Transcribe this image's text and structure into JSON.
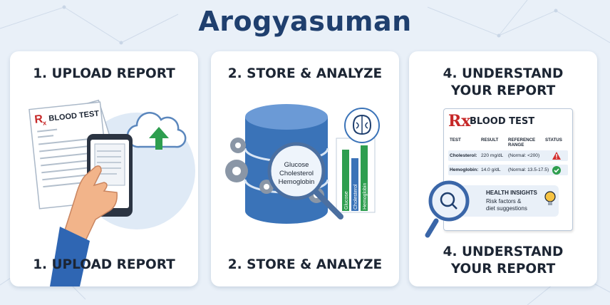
{
  "title": "Arogyasuman",
  "colors": {
    "navy": "#1f3f6e",
    "blue": "#3a73b8",
    "green": "#2e9e4f",
    "red": "#c62828",
    "bg": "#e9f0f8"
  },
  "steps": [
    {
      "title_top": "1. UPLOAD REPORT",
      "title_bottom": "1. UPLOAD REPORT",
      "icons": [
        "blood-test-report-icon",
        "smartphone-icon",
        "hand-icon",
        "cloud-upload-icon"
      ],
      "report_title": "BLOOD TEST"
    },
    {
      "title_top": "2. STORE & ANALYZE",
      "title_bottom": "2. STORE & ANALYZE",
      "icons": [
        "database-icon",
        "gears-icon",
        "brain-icon",
        "bar-chart-icon",
        "magnifier-icon"
      ],
      "lens_text": [
        "Glucose",
        "Cholesterol",
        "Hemoglobin"
      ],
      "bar_labels": [
        "Glucose",
        "Cholesterol",
        "Hemoglobin"
      ]
    },
    {
      "title_top_l1": "4. UNDERSTAND",
      "title_top_l2": "YOUR REPORT",
      "title_bottom_l1": "4. UNDERSTAND",
      "title_bottom_l2": "YOUR REPORT",
      "rx": "Rx",
      "report_title": "BLOOD TEST",
      "table": {
        "headers": [
          "TEST",
          "RESULT",
          "REFERENCE RANGE",
          "STATUS"
        ],
        "rows": [
          {
            "test": "Cholesterol:",
            "result": "220 mg/dL",
            "range": "(Normal: <200)",
            "status": "warning"
          },
          {
            "test": "Hemoglobin:",
            "result": "14.0 g/dL",
            "range": "(Normal: 13.5-17.5)",
            "status": "ok"
          }
        ]
      },
      "insights": {
        "title": "HEALTH INSIGHTS",
        "line1": "Risk factors &",
        "line2": "diet suggestions"
      },
      "icons": [
        "warning-icon",
        "check-icon",
        "magnifier-icon",
        "lightbulb-icon"
      ]
    }
  ]
}
